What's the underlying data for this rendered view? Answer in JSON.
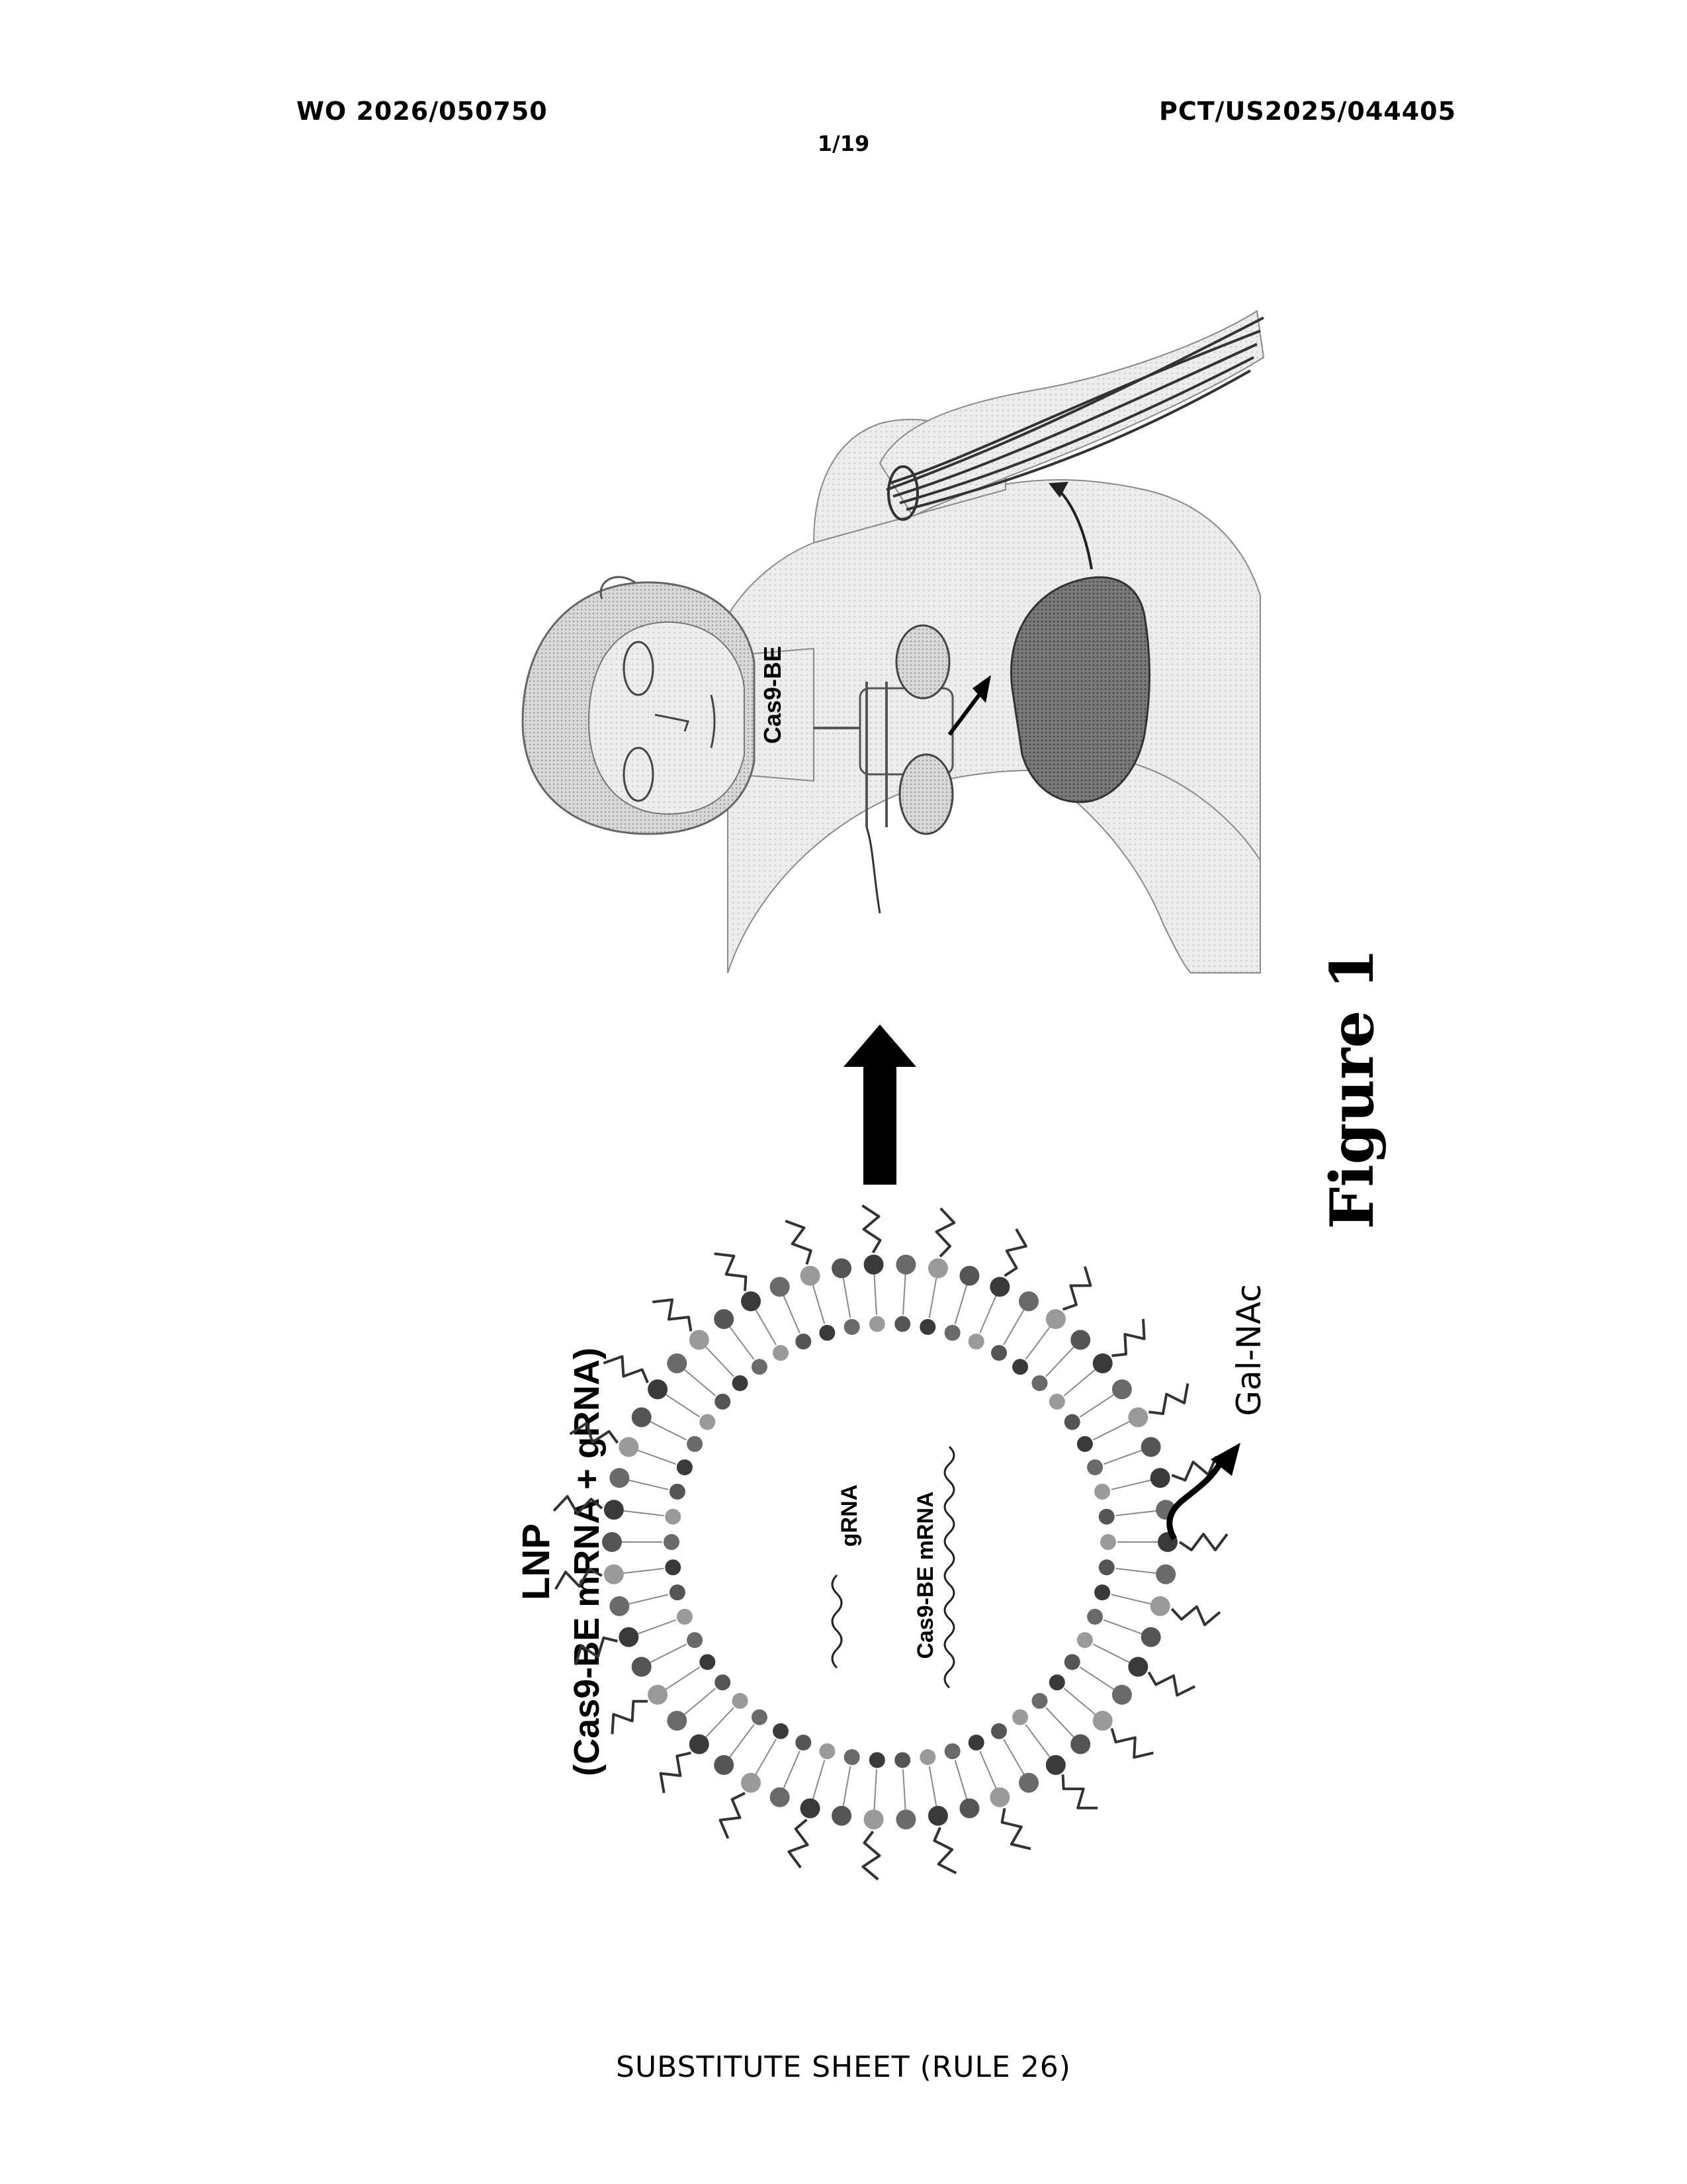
{
  "header": {
    "publication_number": "WO 2026/050750",
    "application_number": "PCT/US2025/044405",
    "sheet_number": "1/19"
  },
  "figure": {
    "caption": "Figure 1",
    "lnp_title": "LNP",
    "lnp_subtitle": "(Cas9-BE mRNA + gRNA)",
    "grna_label": "gRNA",
    "mrna_label": "Cas9-BE mRNA",
    "galnac_label": "Gal-NAc",
    "editor_label": "Cas9-BE"
  },
  "footer": {
    "text": "SUBSTITUTE SHEET (RULE 26)"
  }
}
